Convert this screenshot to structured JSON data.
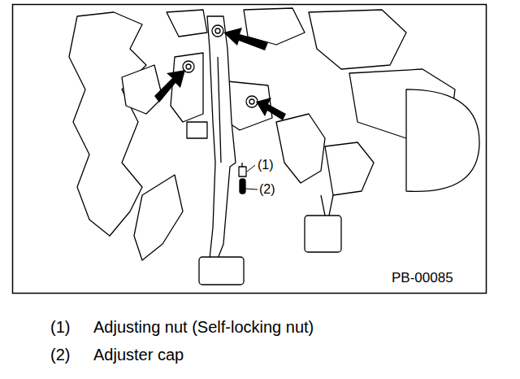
{
  "diagram": {
    "labels": [
      "(1)",
      "(2)",
      "PB-00085",
      "(1)",
      "Adjusting nut (Self-locking nut)",
      "(2)",
      "Adjuster cap"
    ]
  }
}
